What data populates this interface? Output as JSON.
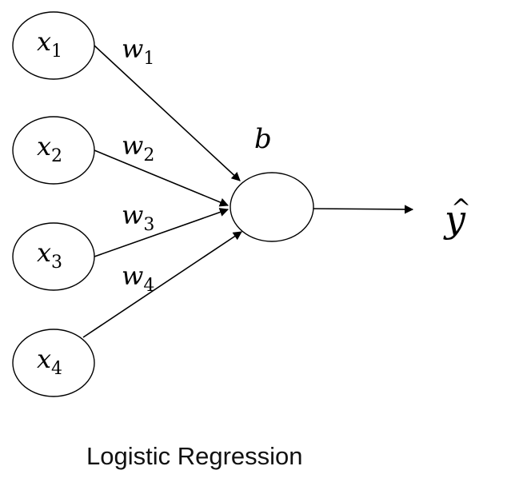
{
  "inputs": [
    {
      "var": "x",
      "sub": "1"
    },
    {
      "var": "x",
      "sub": "2"
    },
    {
      "var": "x",
      "sub": "3"
    },
    {
      "var": "x",
      "sub": "4"
    }
  ],
  "weights": [
    {
      "var": "w",
      "sub": "1"
    },
    {
      "var": "w",
      "sub": "2"
    },
    {
      "var": "w",
      "sub": "3"
    },
    {
      "var": "w",
      "sub": "4"
    }
  ],
  "bias": {
    "var": "b"
  },
  "output": {
    "var": "y",
    "hat": "^"
  },
  "caption": "Logistic Regression"
}
